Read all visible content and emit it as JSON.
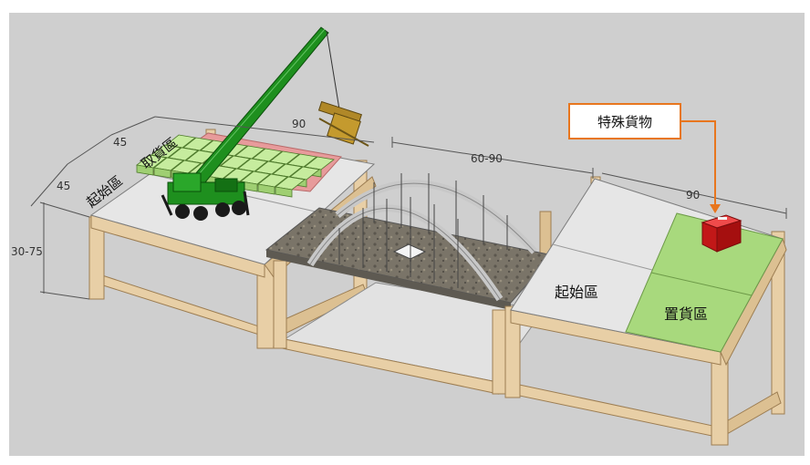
{
  "dimensions": {
    "width_left": "90",
    "depth_top": "45",
    "depth_bottom": "45",
    "height_range": "30-75",
    "gap_range": "60-90",
    "width_right": "90"
  },
  "zones": {
    "pickup": "取貨區",
    "start_left": "起始區",
    "start_right": "起始區",
    "place": "置貨區"
  },
  "callout": {
    "label": "特殊貨物",
    "color": "#e8761e"
  },
  "colors": {
    "wood": "#e8cfa6",
    "wood_dark": "#b9976a",
    "pickup_zone": "#e79b9b",
    "place_zone": "#a8d97d",
    "cargo_blocks": "#c6ec9e",
    "special_cargo": "#d81e1e",
    "crane": "#1e8f1e"
  }
}
